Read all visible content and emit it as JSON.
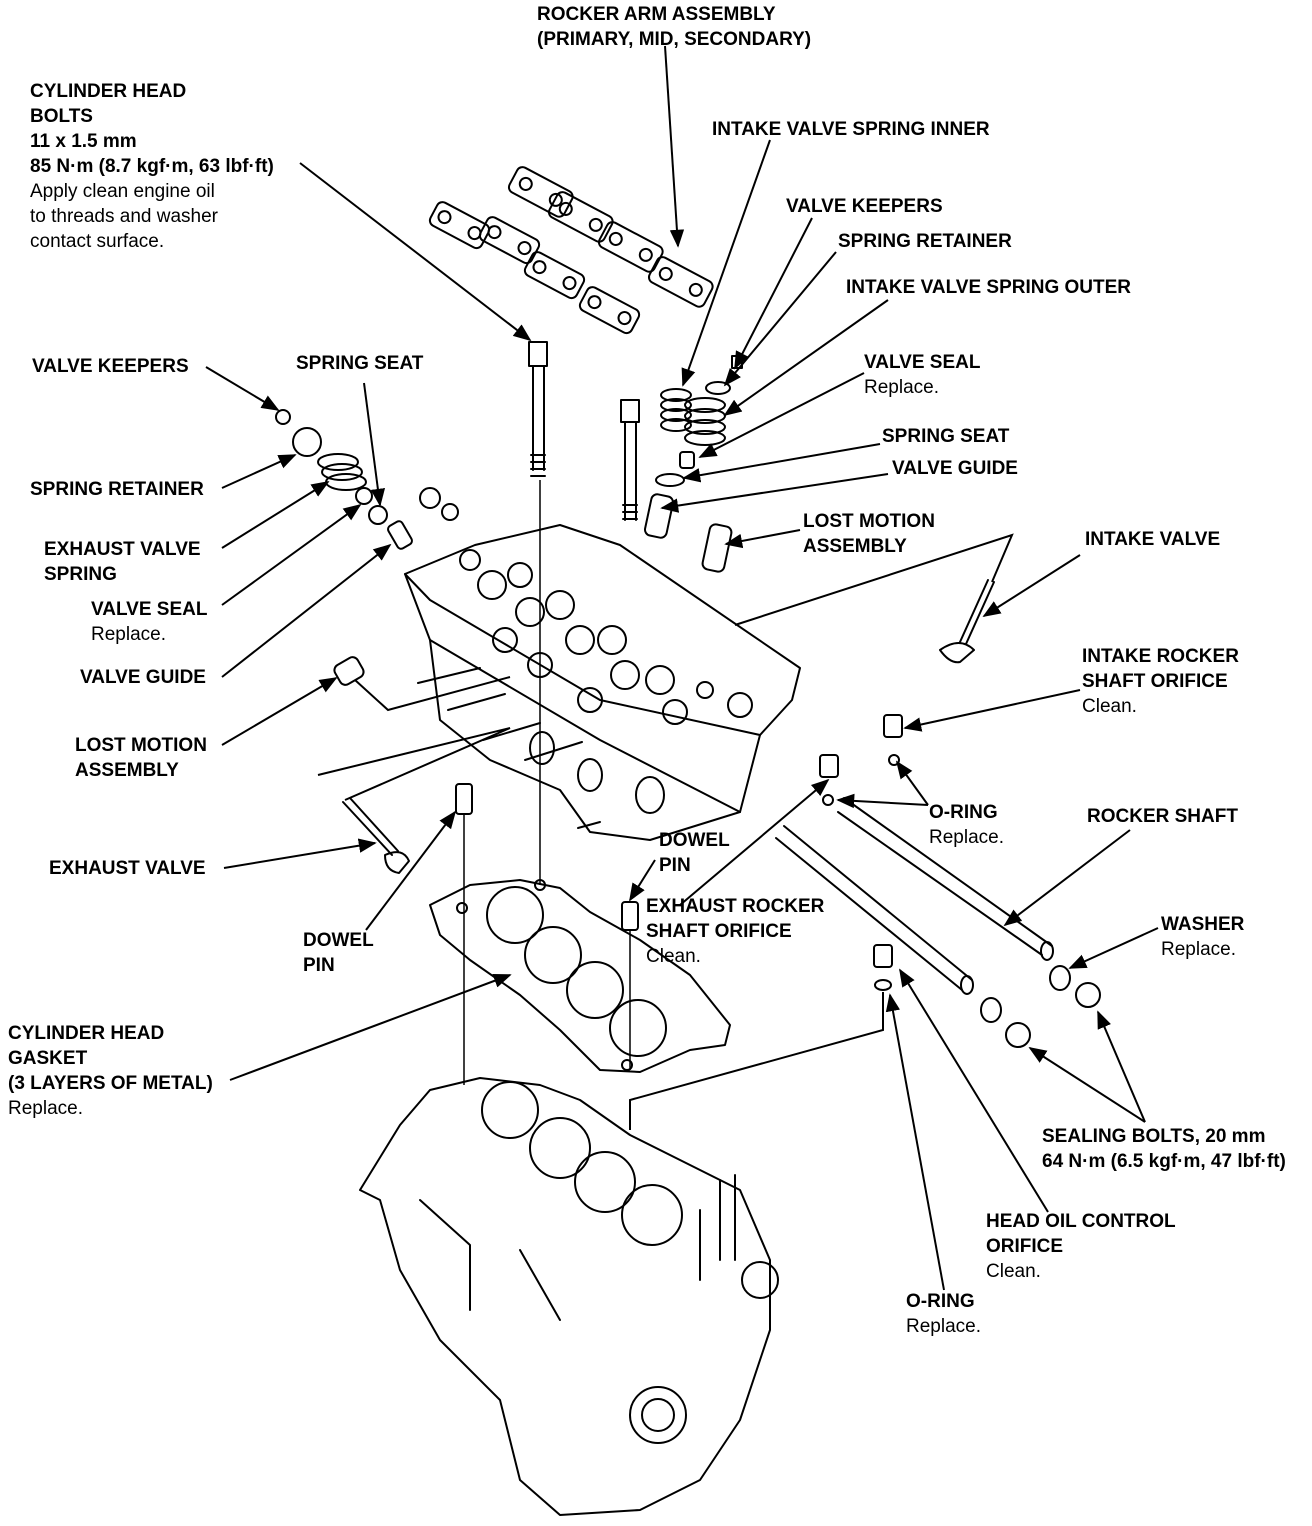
{
  "labels": {
    "rocker_arm_assembly": {
      "lines": [
        "ROCKER ARM ASSEMBLY",
        "(PRIMARY, MID, SECONDARY)"
      ],
      "note": []
    },
    "cylinder_head_bolts": {
      "lines": [
        "CYLINDER HEAD",
        "BOLTS",
        "11 x 1.5 mm",
        "85 N·m (8.7 kgf·m, 63 lbf·ft)"
      ],
      "note": [
        "Apply clean engine oil",
        "to threads and washer",
        "contact surface."
      ]
    },
    "intake_valve_spring_inner": {
      "lines": [
        "INTAKE VALVE SPRING INNER"
      ],
      "note": []
    },
    "valve_keepers_right": {
      "lines": [
        "VALVE KEEPERS"
      ],
      "note": []
    },
    "spring_retainer_right": {
      "lines": [
        "SPRING RETAINER"
      ],
      "note": []
    },
    "intake_valve_spring_outer": {
      "lines": [
        "INTAKE VALVE SPRING OUTER"
      ],
      "note": []
    },
    "valve_seal_right": {
      "lines": [
        "VALVE SEAL"
      ],
      "note": [
        "Replace."
      ]
    },
    "spring_seat_right": {
      "lines": [
        "SPRING SEAT"
      ],
      "note": []
    },
    "valve_guide_right": {
      "lines": [
        "VALVE GUIDE"
      ],
      "note": []
    },
    "lost_motion_assembly_right": {
      "lines": [
        "LOST MOTION",
        "ASSEMBLY"
      ],
      "note": []
    },
    "intake_valve": {
      "lines": [
        "INTAKE VALVE"
      ],
      "note": []
    },
    "valve_keepers_left": {
      "lines": [
        "VALVE KEEPERS"
      ],
      "note": []
    },
    "spring_seat_left": {
      "lines": [
        "SPRING SEAT"
      ],
      "note": []
    },
    "spring_retainer_left": {
      "lines": [
        "SPRING RETAINER"
      ],
      "note": []
    },
    "exhaust_valve_spring": {
      "lines": [
        "EXHAUST VALVE",
        "SPRING"
      ],
      "note": []
    },
    "valve_seal_left": {
      "lines": [
        "VALVE SEAL"
      ],
      "note": [
        "Replace."
      ]
    },
    "valve_guide_left": {
      "lines": [
        "VALVE GUIDE"
      ],
      "note": []
    },
    "lost_motion_assembly_left": {
      "lines": [
        "LOST MOTION",
        "ASSEMBLY"
      ],
      "note": []
    },
    "intake_rocker_shaft_orifice": {
      "lines": [
        "INTAKE ROCKER",
        "SHAFT ORIFICE"
      ],
      "note": [
        "Clean."
      ]
    },
    "o_ring_upper": {
      "lines": [
        "O-RING"
      ],
      "note": [
        "Replace."
      ]
    },
    "rocker_shaft": {
      "lines": [
        "ROCKER SHAFT"
      ],
      "note": []
    },
    "exhaust_valve": {
      "lines": [
        "EXHAUST VALVE"
      ],
      "note": []
    },
    "dowel_pin_center": {
      "lines": [
        "DOWEL",
        "PIN"
      ],
      "note": []
    },
    "exhaust_rocker_shaft_orifice": {
      "lines": [
        "EXHAUST ROCKER",
        "SHAFT ORIFICE"
      ],
      "note": [
        "Clean."
      ]
    },
    "washer": {
      "lines": [
        "WASHER"
      ],
      "note": [
        "Replace."
      ]
    },
    "dowel_pin_left": {
      "lines": [
        "DOWEL",
        "PIN"
      ],
      "note": []
    },
    "cylinder_head_gasket": {
      "lines": [
        "CYLINDER HEAD",
        "GASKET",
        "(3 LAYERS OF METAL)"
      ],
      "note": [
        "Replace."
      ]
    },
    "sealing_bolts": {
      "lines": [
        "SEALING BOLTS, 20 mm",
        "64 N·m (6.5 kgf·m, 47 lbf·ft)"
      ],
      "note": []
    },
    "head_oil_control_orifice": {
      "lines": [
        "HEAD OIL CONTROL",
        "ORIFICE"
      ],
      "note": [
        "Clean."
      ]
    },
    "o_ring_lower": {
      "lines": [
        "O-RING"
      ],
      "note": [
        "Replace."
      ]
    }
  }
}
